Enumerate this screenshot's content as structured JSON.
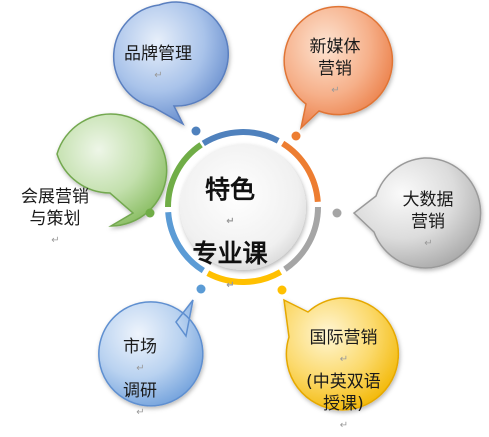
{
  "center": {
    "lines": [
      "特色",
      "专业课"
    ]
  },
  "nodes": [
    {
      "id": "brand",
      "lines": [
        "品牌管理"
      ],
      "color": "#7a9fd6"
    },
    {
      "id": "newmedia",
      "lines": [
        "新媒体",
        "营销"
      ],
      "color": "#f29a66"
    },
    {
      "id": "bigdata",
      "lines": [
        "大数据",
        "营销"
      ],
      "color": "#c4c4c4"
    },
    {
      "id": "intl",
      "lines": [
        "国际营销",
        "(中英双语",
        "授课)"
      ],
      "color": "#f7c93b"
    },
    {
      "id": "market",
      "lines": [
        "市场",
        "调研"
      ],
      "color": "#8fb6e6"
    },
    {
      "id": "exhibit",
      "lines": [
        "会展营销",
        "与策划"
      ],
      "color": "#a7cf8b"
    }
  ],
  "colors": {
    "ring_blue": "#4f81bd",
    "ring_orange": "#ed7d31",
    "ring_gray": "#a5a5a5",
    "ring_yellow": "#ffc000",
    "ring_lightblue": "#5b9bd5",
    "ring_green": "#70ad47"
  },
  "paragraph_mark": "↵"
}
